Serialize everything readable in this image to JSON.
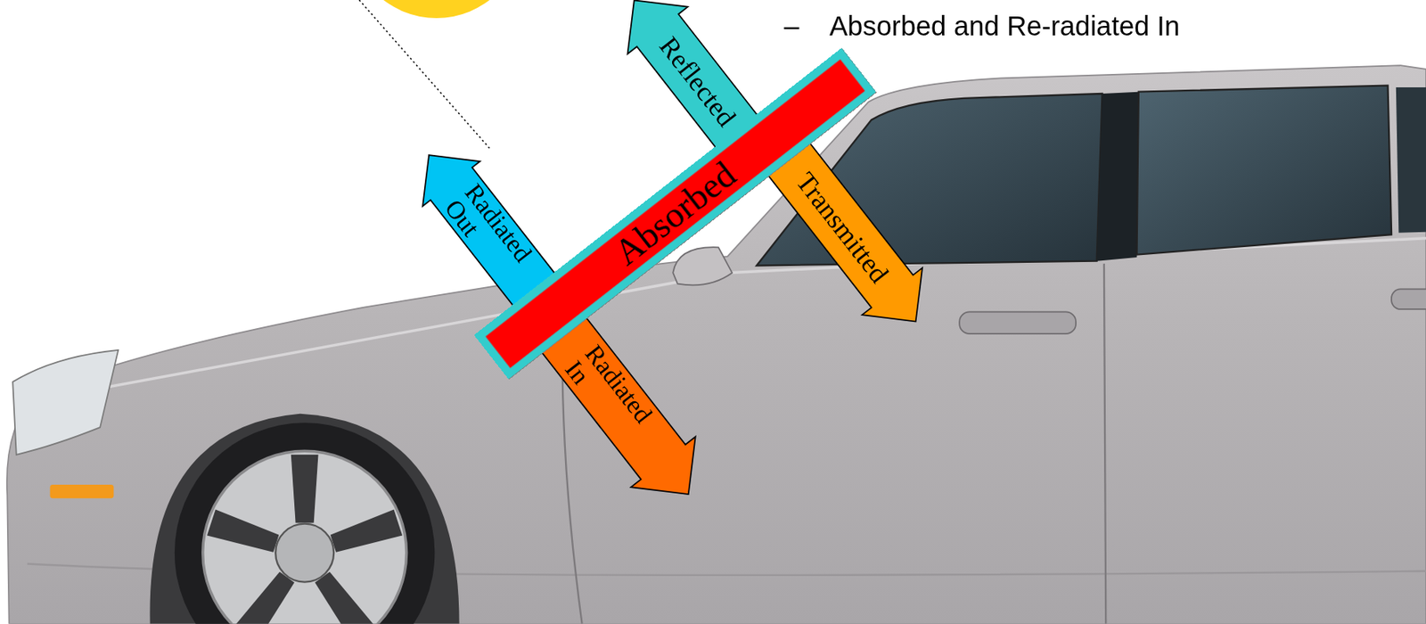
{
  "diagram": {
    "nodes": [
      {
        "text": [
          "Reflected"
        ]
      },
      {
        "text": [
          "Radiated Out"
        ]
      },
      {
        "text": [
          "Absorbed"
        ]
      },
      {
        "text": [
          "Transmitted"
        ]
      },
      {
        "text": [
          "Radiated In"
        ]
      }
    ],
    "labels": [
      "–",
      "Absorbed and Re-radiated In"
    ]
  }
}
